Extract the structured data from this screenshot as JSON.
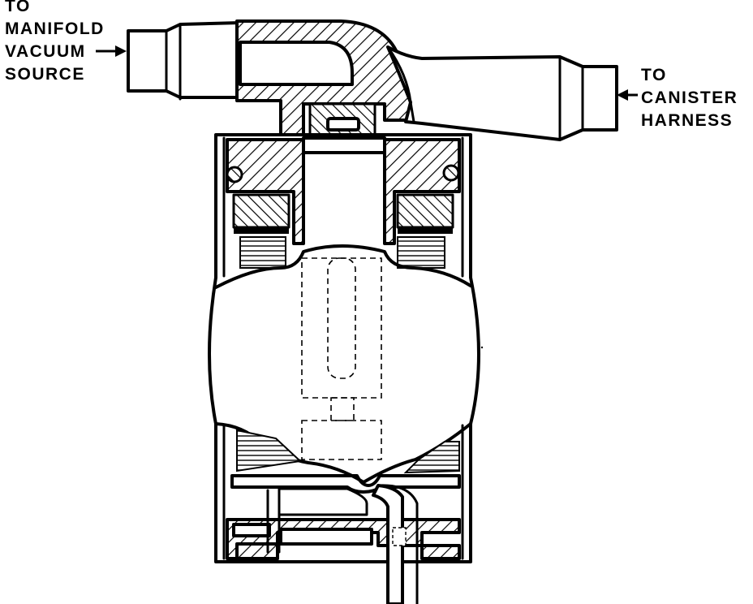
{
  "labels": {
    "manifold": [
      "TO",
      "MANIFOLD",
      "VACUUM",
      "SOURCE"
    ],
    "canister": [
      "TO",
      "CANISTER",
      "HARNESS"
    ]
  },
  "colors": {
    "ink": "#000000",
    "paper": "#ffffff"
  }
}
